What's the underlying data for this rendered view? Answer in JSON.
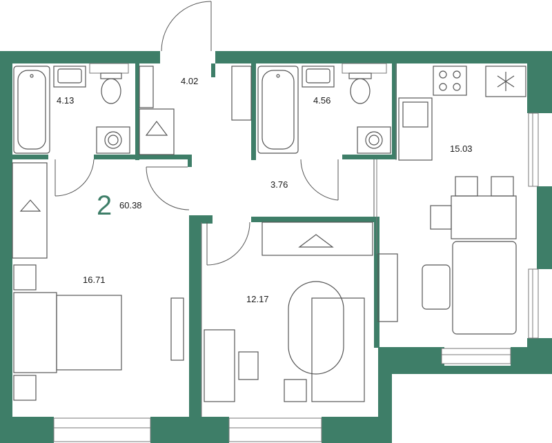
{
  "colors": {
    "wall": "#3e7e68",
    "line": "#555555",
    "window": "#e9efed",
    "background": "#ffffff"
  },
  "apartment": {
    "rooms": "2",
    "total_area": "60.38"
  },
  "areas": {
    "bath_left": "4.13",
    "hall_top": "4.02",
    "bath_right": "4.56",
    "kitchen": "15.03",
    "corridor": "3.76",
    "bedroom": "16.71",
    "room": "12.17"
  },
  "icons": [
    "bathtub-icon",
    "sink-icon",
    "toilet-icon",
    "washing-machine-icon",
    "wardrobe-icon",
    "stove-icon",
    "fridge-icon",
    "dining-table-icon",
    "sofa-icon",
    "bed-icon",
    "armchair-icon",
    "desk-icon",
    "tv-icon"
  ]
}
